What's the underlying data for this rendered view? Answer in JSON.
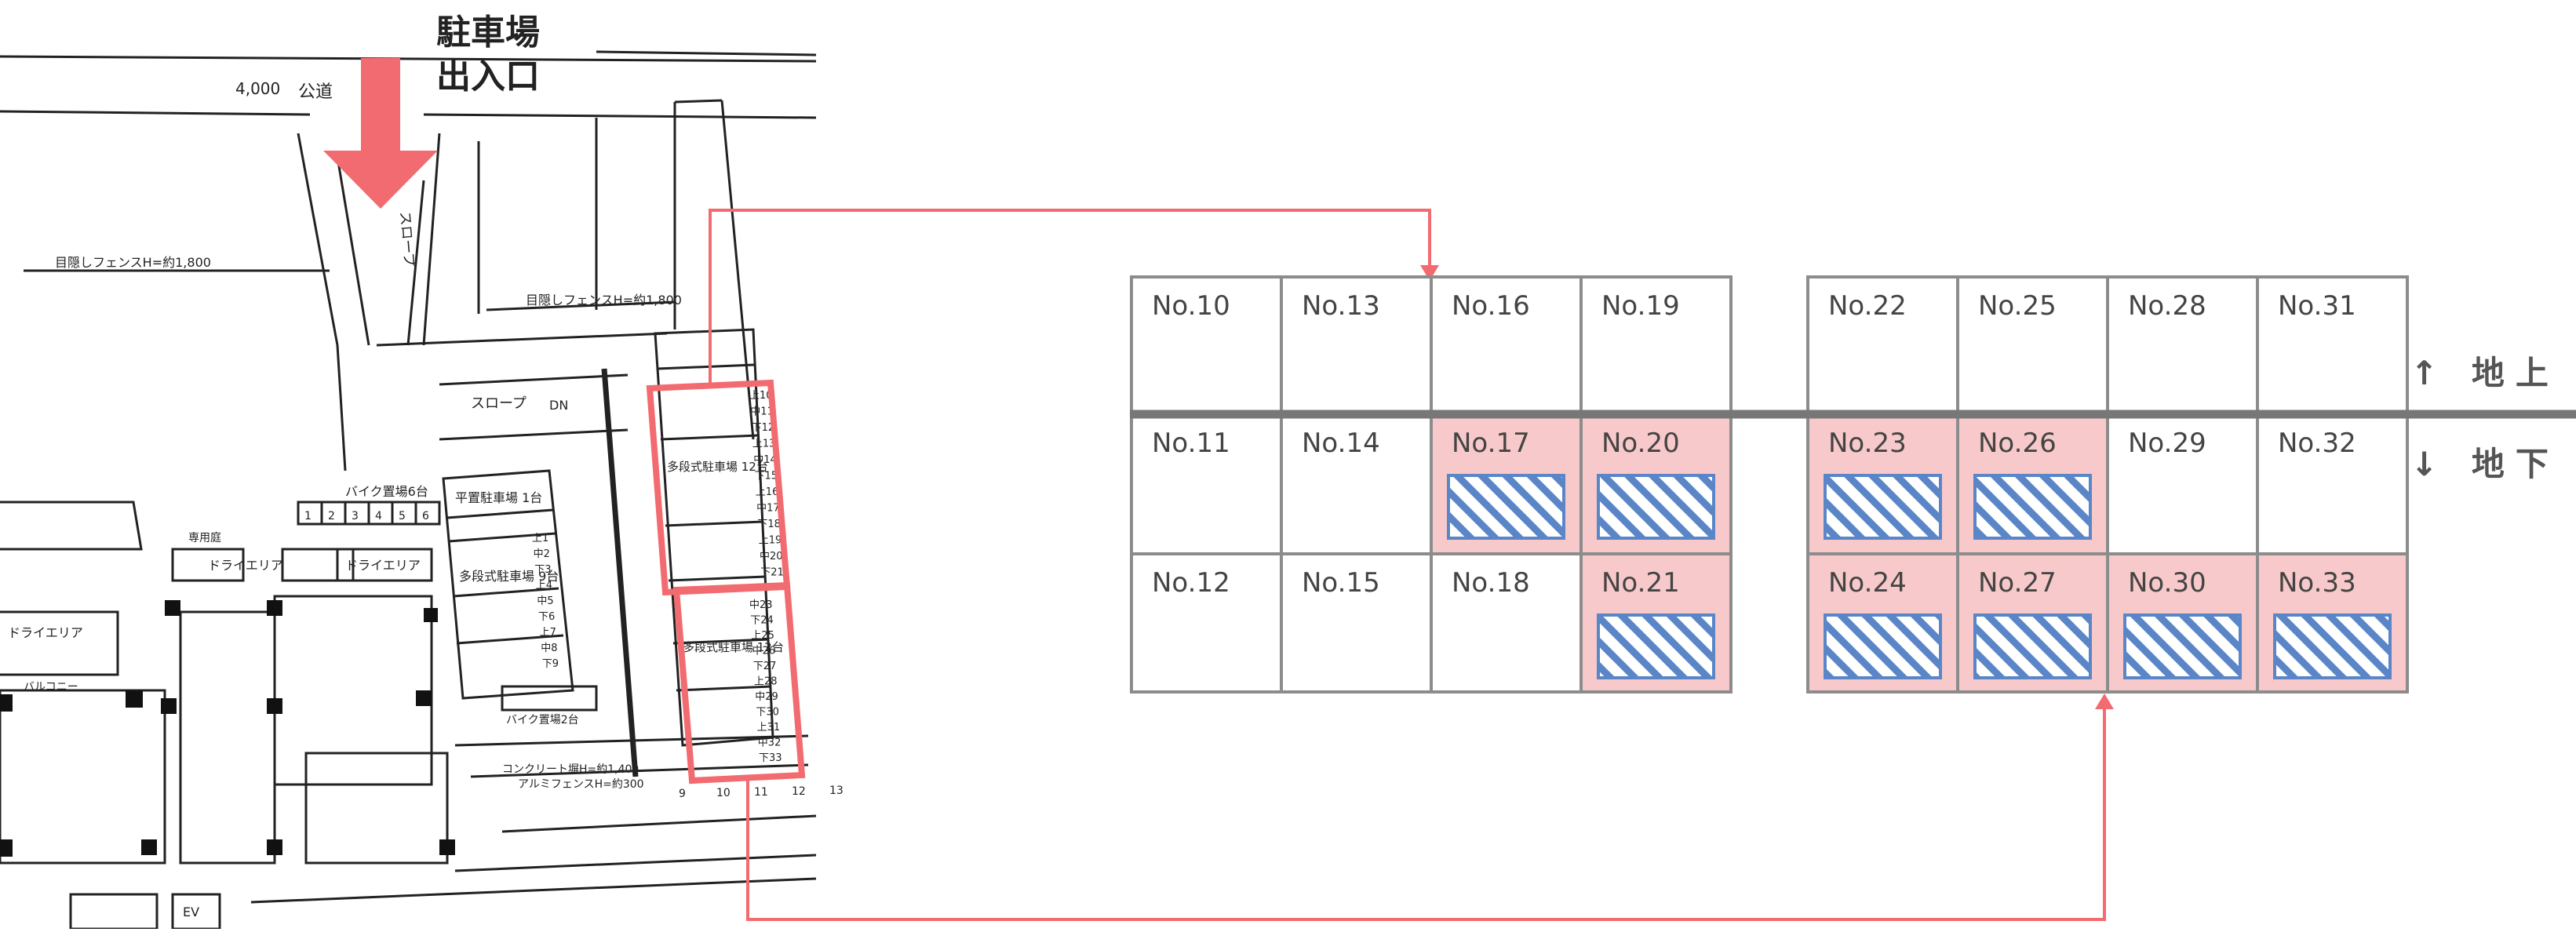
{
  "entrance": {
    "line1": "駐車場",
    "line2": "出入口"
  },
  "levels": {
    "above": "↑ 地上",
    "below": "↓ 地下"
  },
  "plan_labels": {
    "road": "公道",
    "width": "4,000",
    "slope": "スロープ",
    "fence_left": "目隠しフェンスH=約1,800",
    "fence_right": "目隠しフェンスH=約1,800",
    "dry_area": "ドライエリア",
    "bike_area": "バイク置場6台",
    "bike_area2": "バイク置場2台",
    "concrete_fence": "コンクリート塀H=約1,400",
    "alu_fence": "アルミフェンスH=約300",
    "dn": "DN",
    "ev": "EV",
    "balcony": "バルコニー",
    "private_garden": "専用庭",
    "lobby_up": "上10",
    "parking_note_1": "平置駐車場 1台",
    "parking_note_2": "多段式駐車場 12台",
    "parking_note_3": "多段式駐車場 9台",
    "parking_note_4": "多段式駐車場 12台",
    "stack_1": [
      "上10",
      "中11",
      "下12",
      "上13",
      "中14",
      "下15",
      "上16",
      "中17",
      "下18",
      "上19",
      "中20",
      "下21"
    ],
    "stack_2": [
      "中23",
      "下24",
      "上25",
      "中26",
      "下27",
      "上28",
      "中29",
      "下30",
      "上31",
      "中32",
      "下33"
    ],
    "stack_3": [
      "上1",
      "中2",
      "下3",
      "上4",
      "中5",
      "下6",
      "上7",
      "中8",
      "下9"
    ],
    "bike_numbers": [
      "1",
      "2",
      "3",
      "4",
      "5",
      "6"
    ],
    "bottom_numbers": [
      "9",
      "10",
      "11",
      "12",
      "13"
    ]
  },
  "grid": {
    "left": {
      "top_row": [
        "No.10",
        "No.13",
        "No.16",
        "No.19"
      ],
      "middle_row": [
        "No.11",
        "No.14",
        "No.17",
        "No.20"
      ],
      "bottom_row": [
        "No.12",
        "No.15",
        "No.18",
        "No.21"
      ]
    },
    "right": {
      "top_row": [
        "No.22",
        "No.25",
        "No.28",
        "No.31"
      ],
      "middle_row": [
        "No.23",
        "No.26",
        "No.29",
        "No.32"
      ],
      "bottom_row": [
        "No.24",
        "No.27",
        "No.30",
        "No.33"
      ]
    },
    "occupied": [
      "No.17",
      "No.20",
      "No.21",
      "No.23",
      "No.26",
      "No.24",
      "No.27",
      "No.30",
      "No.33"
    ]
  },
  "colors": {
    "accent_red": "#f26b70",
    "occupied_fill": "#f8c9ca",
    "hatch_blue": "#5a86c8",
    "grid_line": "#8c8c8c",
    "ground_line": "#777777"
  }
}
